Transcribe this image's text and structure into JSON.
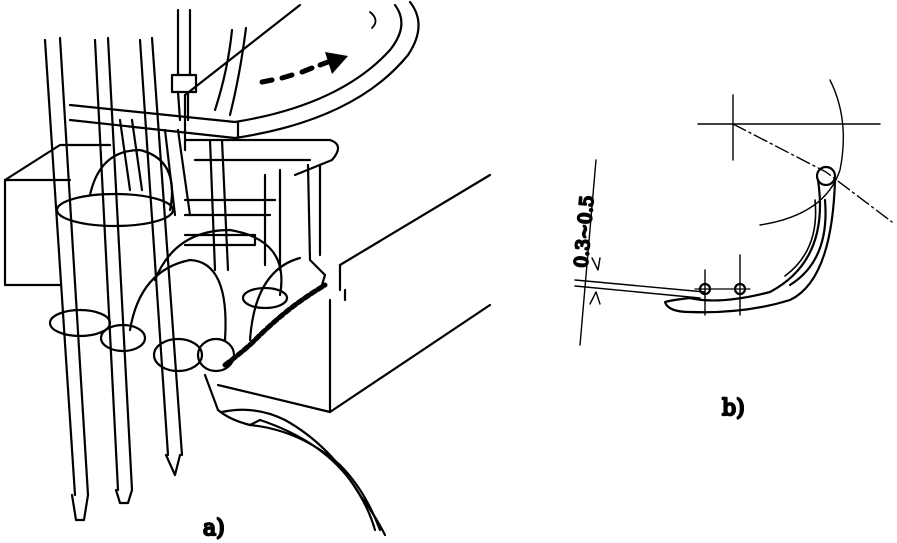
{
  "figure_a": {
    "caption": "a)"
  },
  "figure_b": {
    "caption": "b)",
    "dimension_label": "0.3~0.5"
  }
}
